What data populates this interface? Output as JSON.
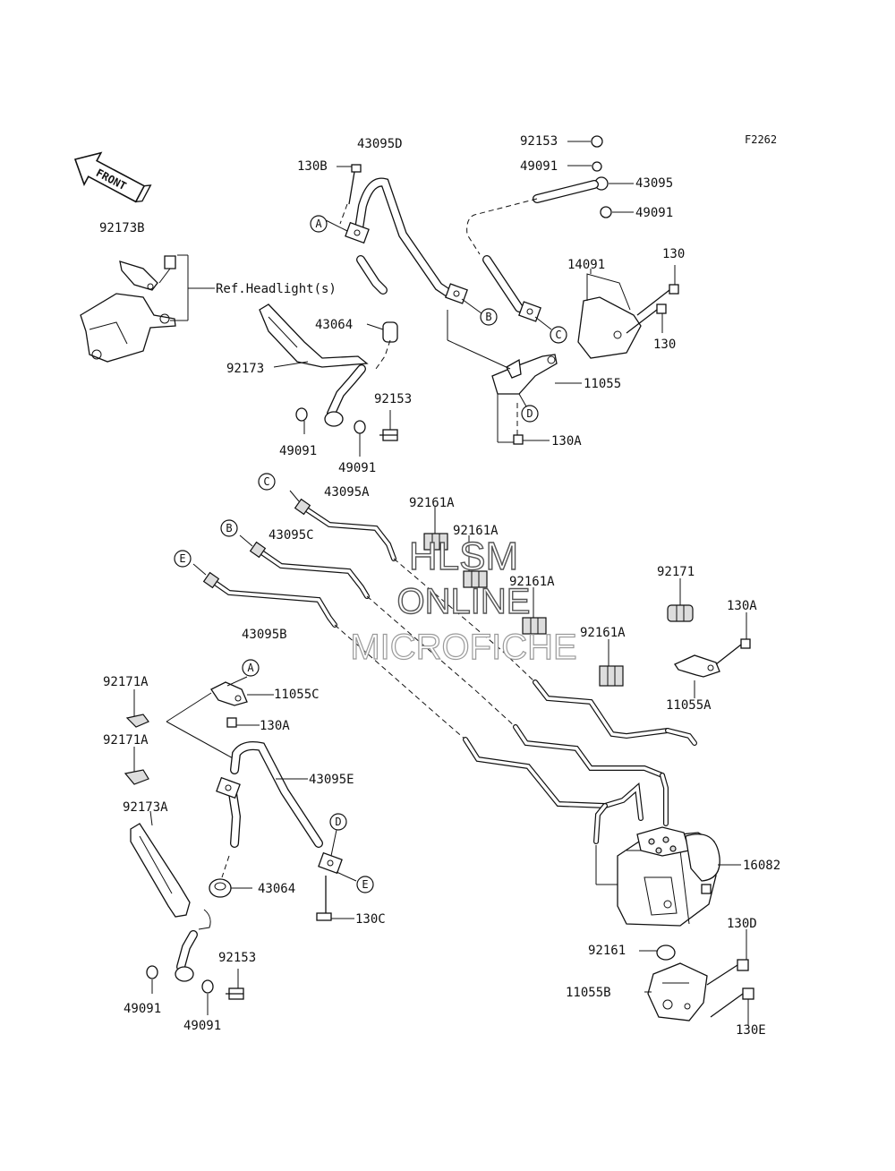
{
  "figure_code": "F2262",
  "direction_arrow": "FRONT",
  "watermark": [
    "HLSM",
    "ONLINE",
    "MICROFICHE"
  ],
  "reference_note": "Ref.Headlight(s)",
  "callouts": {
    "p43095D": "43095D",
    "p130B": "130B",
    "p92153_top": "92153",
    "p49091_top1": "49091",
    "p43095": "43095",
    "p49091_top2": "49091",
    "p92173B": "92173B",
    "p14091": "14091",
    "p130_a": "130",
    "p130_b": "130",
    "p43064_top": "43064",
    "p92173": "92173",
    "p11055": "11055",
    "p92153_mid": "92153",
    "p49091_l1": "49091",
    "p49091_l2": "49091",
    "p130A_top": "130A",
    "p43095A": "43095A",
    "p92161A_1": "92161A",
    "p92161A_2": "92161A",
    "p43095C": "43095C",
    "p92161A_3": "92161A",
    "p92171": "92171",
    "p130A_right": "130A",
    "p92161A_4": "92161A",
    "p43095B": "43095B",
    "p11055A": "11055A",
    "p92171A_1": "92171A",
    "p11055C": "11055C",
    "p130A_low": "130A",
    "p92171A_2": "92171A",
    "p43095E": "43095E",
    "p92173A": "92173A",
    "p43064_low": "43064",
    "p16082": "16082",
    "p130C": "130C",
    "p130D": "130D",
    "p92161": "92161",
    "p92153_low": "92153",
    "p11055B": "11055B",
    "p49091_b1": "49091",
    "p49091_b2": "49091",
    "p130E": "130E"
  },
  "markers": {
    "A1": "A",
    "B1": "B",
    "C1": "C",
    "D1": "D",
    "C2": "C",
    "B2": "B",
    "E2": "E",
    "A3": "A",
    "D3": "D",
    "E3": "E"
  }
}
